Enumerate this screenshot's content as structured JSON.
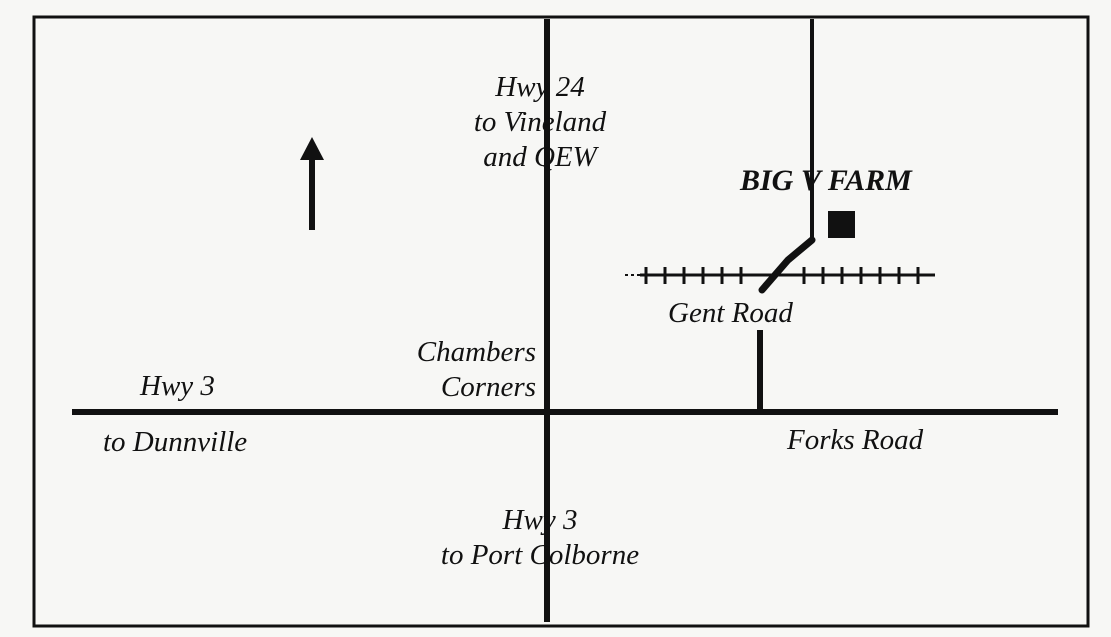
{
  "map": {
    "colors": {
      "ink": "#111111",
      "paper": "#f7f7f5"
    },
    "icons": {
      "north_arrow": "north-arrow-icon",
      "farm_marker": "farm-square-icon",
      "railway": "railway-track-icon"
    },
    "labels": {
      "hwy24_line1": "Hwy 24",
      "hwy24_line2": "to Vineland",
      "hwy24_line3": "and QEW",
      "farm_name": "BIG V FARM",
      "gent_road": "Gent  Road",
      "chambers_line1": "Chambers",
      "chambers_line2": "Corners",
      "hwy3_west_line1": "Hwy 3",
      "hwy3_west_line2": "to Dunnville",
      "forks_road": "Forks Road",
      "hwy3_south_line1": "Hwy 3",
      "hwy3_south_line2": "to Port Colborne"
    }
  }
}
